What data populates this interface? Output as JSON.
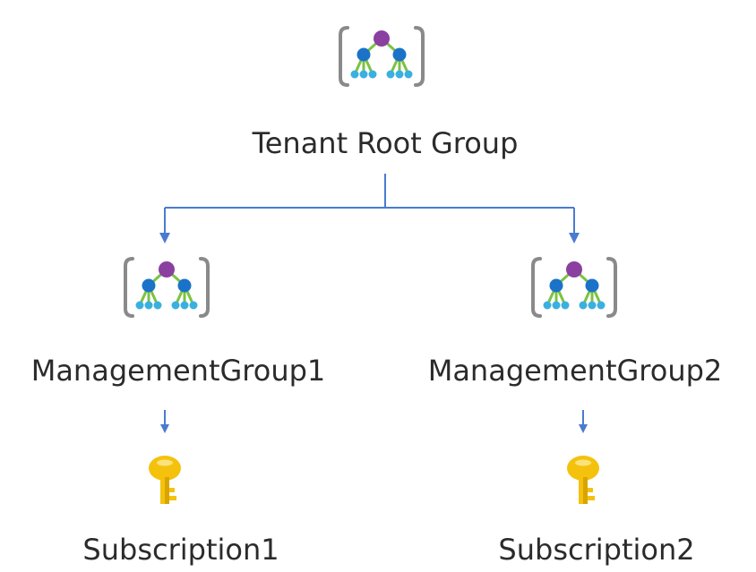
{
  "colors": {
    "connector": "#4a7bd0",
    "mg_top_node": "#8b3fa0",
    "mg_mid_node": "#1a73c8",
    "mg_leaf_node": "#3ab0e0",
    "mg_branch": "#7cc242",
    "mg_bracket": "#8a8a8a",
    "key_body": "#f4c20d",
    "key_shade": "#d9a400",
    "text": "#2b2b2b"
  },
  "nodes": {
    "root": {
      "label": "Tenant Root Group",
      "icon": "management-group-icon"
    },
    "mg1": {
      "label": "ManagementGroup1",
      "icon": "management-group-icon"
    },
    "mg2": {
      "label": "ManagementGroup2",
      "icon": "management-group-icon"
    },
    "sub1": {
      "label": "Subscription1",
      "icon": "subscription-key-icon"
    },
    "sub2": {
      "label": "Subscription2",
      "icon": "subscription-key-icon"
    }
  }
}
